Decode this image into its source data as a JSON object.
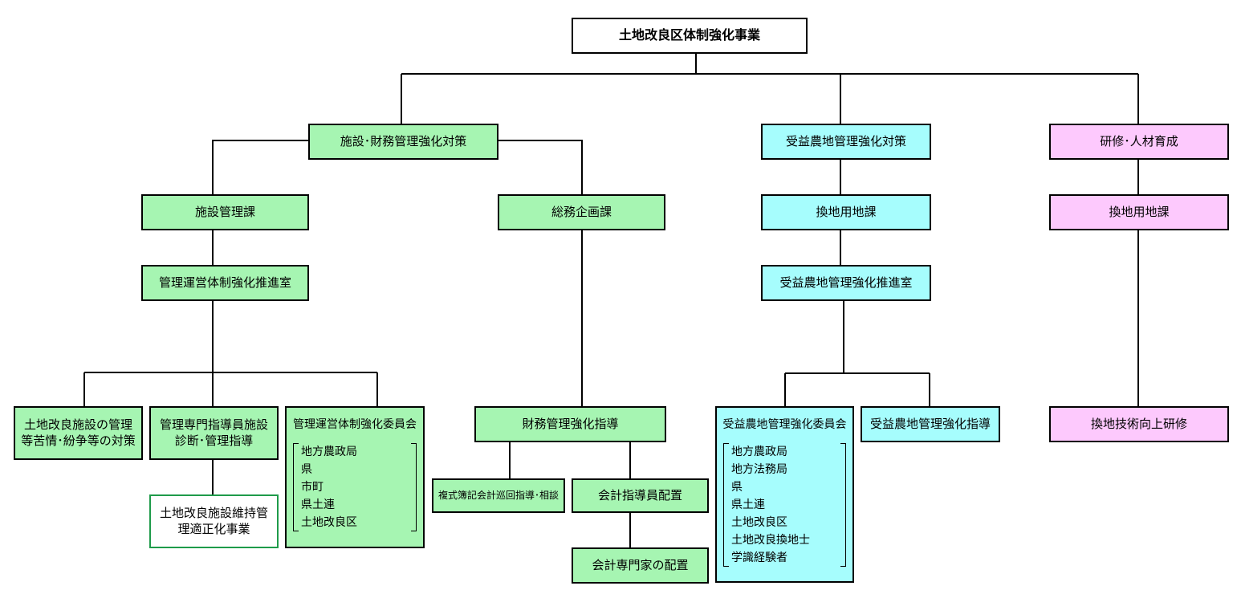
{
  "root": "土地改良区体制強化事業",
  "branch1": {
    "title": "施設･財務管理強化対策",
    "sec_a": "施設管理課",
    "room_a": "管理運営体制強化推進室",
    "item_a1": "土地改良施設の管理等苦情･紛争等の対策",
    "item_a2": "管理専門指導員施設診断･管理指導",
    "item_a2_sub": "土地改良施設維持管理適正化事業",
    "committee_a": {
      "title": "管理運営体制強化委員会",
      "members": [
        "地方農政局",
        "県",
        "市町",
        "県土連",
        "土地改良区"
      ]
    },
    "sec_b": "総務企画課",
    "guide_b": "財務管理強化指導",
    "item_b1": "複式簿記会計巡回指導･相談",
    "item_b2": "会計指導員配置",
    "item_b2_sub": "会計専門家の配置"
  },
  "branch2": {
    "title": "受益農地管理強化対策",
    "sec": "換地用地課",
    "room": "受益農地管理強化推進室",
    "committee": {
      "title": "受益農地管理強化委員会",
      "members": [
        "地方農政局",
        "地方法務局",
        "県",
        "県土連",
        "土地改良区",
        "土地改良換地士",
        "学識経験者"
      ]
    },
    "guide": "受益農地管理強化指導"
  },
  "branch3": {
    "title": "研修･人材育成",
    "sec": "換地用地課",
    "training": "換地技術向上研修"
  },
  "colors": {
    "green": "#a6f5b2",
    "cyan": "#a6fdfd",
    "pink": "#fdc9fd",
    "outline_green": "#1f9b4a"
  }
}
